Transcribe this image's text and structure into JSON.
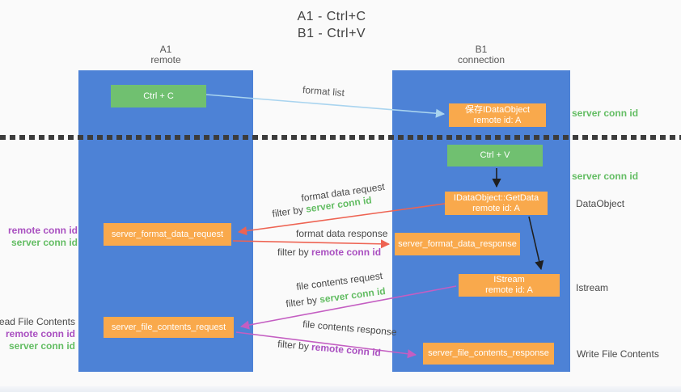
{
  "title": {
    "line1": "A1 - Ctrl+C",
    "line2": "B1 - Ctrl+V"
  },
  "columns": {
    "a": {
      "name": "A1",
      "subtitle": "remote"
    },
    "b": {
      "name": "B1",
      "subtitle": "connection"
    }
  },
  "nodes": {
    "ctrl_c": "Ctrl + C",
    "save_idataobject": {
      "line1": "保存IDataObject",
      "line2": "remote id: A"
    },
    "ctrl_v": "Ctrl + V",
    "getdata": {
      "line1": "IDataObject::GetData",
      "line2": "remote id: A"
    },
    "server_format_data_request": "server_format_data_request",
    "server_format_data_response": "server_format_data_response",
    "istream": {
      "line1": "IStream",
      "line2": "remote id: A"
    },
    "server_file_contents_request": "server_file_contents_request",
    "server_file_contents_response": "server_file_contents_response"
  },
  "side_labels": {
    "server_conn_id": "server conn id",
    "remote_conn_id": "remote conn id",
    "dataobject": "DataObject",
    "istream": "Istream",
    "read_file_contents": "Read File Contents",
    "write_file_contents": "Write File Contents"
  },
  "arrow_labels": {
    "format_list": "format list",
    "format_data_request": "format data request",
    "format_data_response": "format data response",
    "file_contents_request": "file contents request",
    "file_contents_response": "file contents response",
    "filter_by": "filter by",
    "server_conn_id": "server conn id",
    "remote_conn_id": "remote conn id"
  },
  "colors": {
    "background": "#fafafa",
    "lifeline_blue": "#4d82d6",
    "node_green": "#70c070",
    "node_orange": "#f9a94c",
    "arrow_light_blue": "#a9d4ef",
    "arrow_red": "#ee6352",
    "arrow_magenta": "#c45ec2",
    "arrow_black": "#1f1f1f",
    "text_green": "#63bd63",
    "text_purple": "#a94fc0",
    "text_dark": "#3f3f3f",
    "divider_dark": "#3c3c3c"
  }
}
